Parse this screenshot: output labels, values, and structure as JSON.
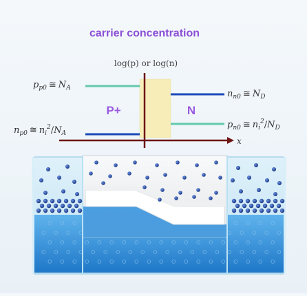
{
  "title": "carrier concentration",
  "y_axis_label": "log(p) or log(n)",
  "x_axis_label": "x",
  "region_p_label": "P+",
  "region_n_label": "N",
  "p_side": {
    "majority_name": "p",
    "majority_sub": "p0",
    "majority_rhs": "N",
    "majority_rhs_sub": "A",
    "minority_name": "n",
    "minority_sub": "p0",
    "minority_rhs_base": "n",
    "minority_rhs_sub": "i",
    "minority_rhs_sup": "2",
    "minority_rhs_den": "N",
    "minority_rhs_den_sub": "A"
  },
  "n_side": {
    "majority_name": "n",
    "majority_sub": "n0",
    "majority_rhs": "N",
    "majority_rhs_sub": "D",
    "minority_name": "p",
    "minority_sub": "n0",
    "minority_rhs_base": "n",
    "minority_rhs_sub": "i",
    "minority_rhs_sup": "2",
    "minority_rhs_den": "N",
    "minority_rhs_den_sub": "D"
  },
  "approx_symbol": "≅",
  "colors": {
    "title": "#8a4fd6",
    "axis": "#6e1414",
    "majority_line": "#62c9ae",
    "minority_line": "#1b49b8",
    "depletion_fill": "#f6edb8",
    "region_label": "#9a5be0",
    "water": "#2f8fd9",
    "glass": "#bfe2f3",
    "dot": "#163b8f",
    "junction_panel": "#f3f4f6"
  }
}
